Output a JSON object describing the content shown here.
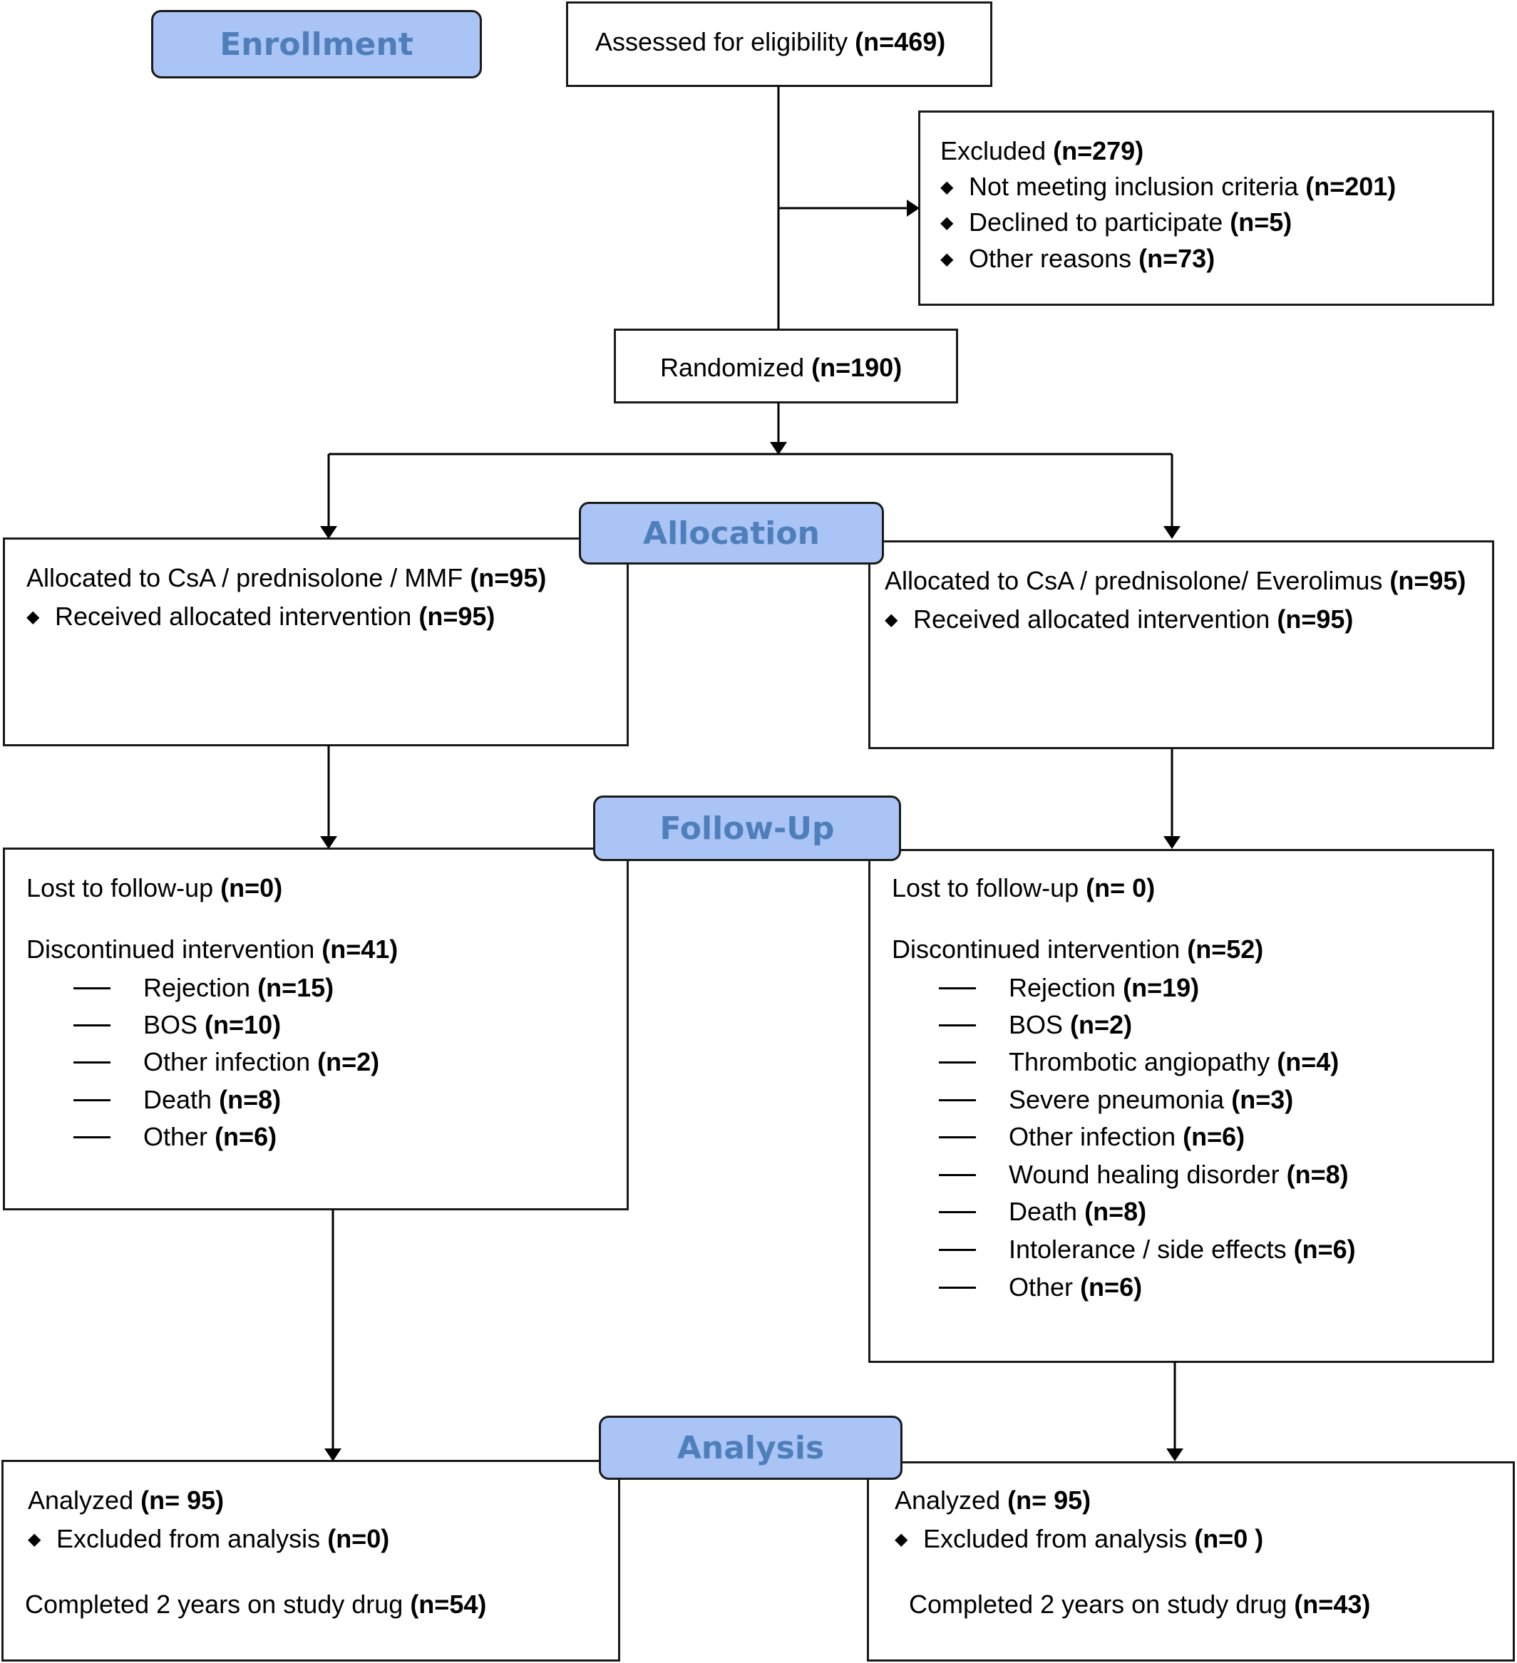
{
  "stages": {
    "enrollment": "Enrollment",
    "allocation": "Allocation",
    "follow_up": "Follow-Up",
    "analysis": "Analysis"
  },
  "assessed": {
    "label": "Assessed for eligibility",
    "n": "(n=469)"
  },
  "excluded": {
    "label": "Excluded",
    "n": "(n=279)",
    "reasons": [
      {
        "label": "Not meeting inclusion criteria",
        "n": "(n=201)"
      },
      {
        "label": "Declined to participate",
        "n": "(n=5)"
      },
      {
        "label": "Other reasons",
        "n": "(n=73)"
      }
    ]
  },
  "randomized": {
    "label": "Randomized",
    "n": "(n=190)"
  },
  "allocation_left": {
    "label": "Allocated to CsA / prednisolone / MMF",
    "n": "(n=95)",
    "received": "Received allocated intervention",
    "received_n": "(n=95)"
  },
  "allocation_right": {
    "label": "Allocated to CsA / prednisolone/ Everolimus",
    "n": "(n=95)",
    "received": "Received allocated intervention",
    "received_n": "(n=95)"
  },
  "followup_left": {
    "lost": "Lost to follow-up",
    "lost_n": "(n=0)",
    "discontinued": "Discontinued intervention",
    "discontinued_n": "(n=41)",
    "reasons": [
      {
        "label": "Rejection",
        "n": "(n=15)"
      },
      {
        "label": "BOS",
        "n": "(n=10)"
      },
      {
        "label": "Other infection",
        "n": "(n=2)"
      },
      {
        "label": "Death",
        "n": "(n=8)"
      },
      {
        "label": "Other",
        "n": "(n=6)"
      }
    ]
  },
  "followup_right": {
    "lost": "Lost to follow-up",
    "lost_n": "(n= 0)",
    "discontinued": "Discontinued intervention",
    "discontinued_n": "(n=52)",
    "reasons": [
      {
        "label": "Rejection",
        "n": "(n=19)"
      },
      {
        "label": "BOS",
        "n": "(n=2)"
      },
      {
        "label": "Thrombotic angiopathy",
        "n": "(n=4)"
      },
      {
        "label": "Severe pneumonia",
        "n": "(n=3)"
      },
      {
        "label": "Other infection",
        "n": "(n=6)"
      },
      {
        "label": "Wound healing disorder",
        "n": "(n=8)"
      },
      {
        "label": "Death",
        "n": "(n=8)"
      },
      {
        "label": "Intolerance / side effects",
        "n": "(n=6)"
      },
      {
        "label": "Other",
        "n": "(n=6)"
      }
    ]
  },
  "analysis_left": {
    "analyzed": "Analyzed",
    "analyzed_n": "(n= 95)",
    "excluded": "Excluded from analysis",
    "excluded_n": "(n=0)",
    "completed": "Completed 2 years on study drug",
    "completed_n": "(n=54)"
  },
  "analysis_right": {
    "analyzed": "Analyzed",
    "analyzed_n": "(n= 95)",
    "excluded": "Excluded from analysis",
    "excluded_n": "(n=0 )",
    "completed": "Completed 2 years on study drug",
    "completed_n": "(n=43)"
  }
}
